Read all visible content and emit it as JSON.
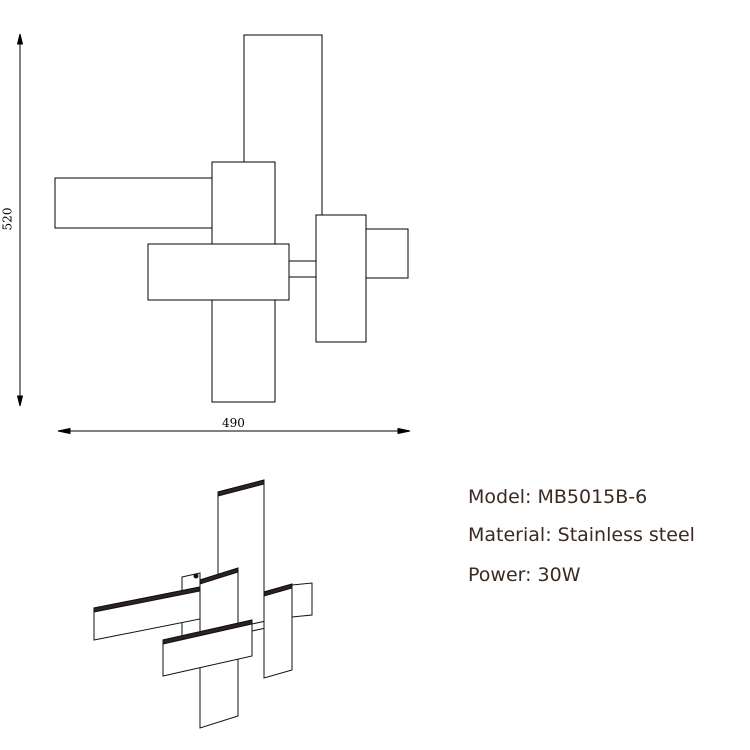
{
  "dimensions": {
    "width": "490",
    "height": "520"
  },
  "specs": {
    "model": "Model: MB5015B-6",
    "material": "Material: Stainless steel",
    "power": "Power: 30W"
  }
}
